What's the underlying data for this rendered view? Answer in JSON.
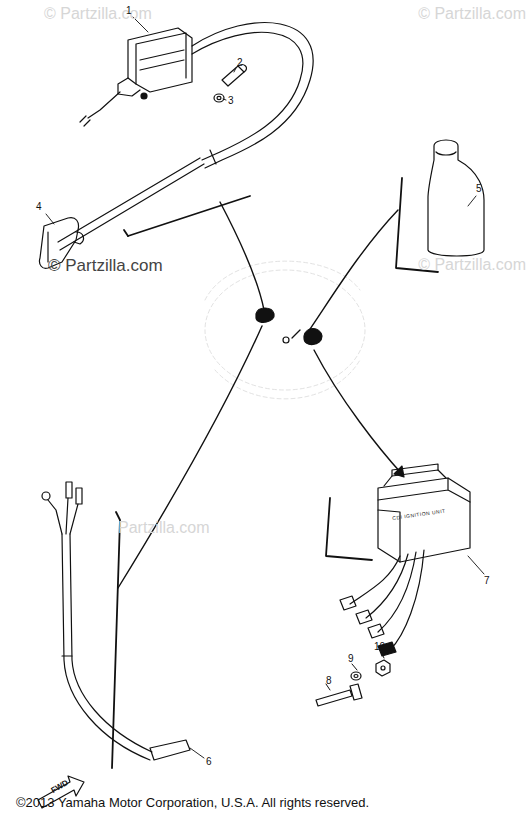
{
  "diagram": {
    "labels": [
      "© Partzilla.com",
      "© Partzilla.com",
      "© Partzilla.com",
      "© Partzilla.com",
      "Partzilla.com",
      "1",
      "2",
      "3",
      "4",
      "5",
      "6",
      "7",
      "8",
      "9",
      "10",
      "CDI IGNITION UNIT",
      "FWD",
      "©2013 Yamaha Motor Corporation, U.S.A. All rights reserved."
    ]
  }
}
